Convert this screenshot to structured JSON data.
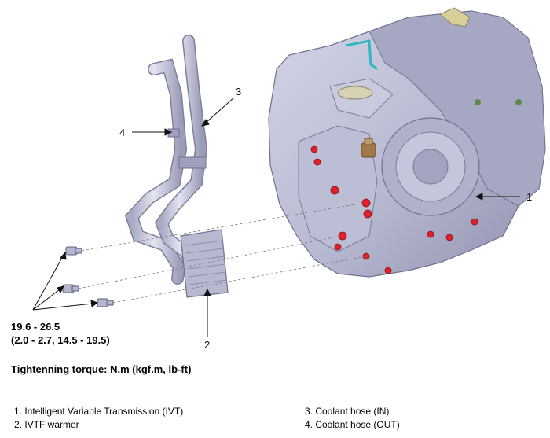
{
  "callouts": {
    "c1": "1",
    "c2": "2",
    "c3": "3",
    "c4": "4"
  },
  "torque": {
    "line1": "19.6 - 26.5",
    "line2": "(2.0 - 2.7, 14.5 - 19.5)"
  },
  "caption": "Tightenning torque: N.m (kgf.m, lb-ft)",
  "legend": {
    "item1": "1. Intelligent Variable Transmission (IVT)",
    "item2": "2. IVTF warmer",
    "item3": "3. Coolant hose (IN)",
    "item4": "4. Coolant hose (OUT)"
  },
  "colors": {
    "housing": "#b9bbd3",
    "housing_dark": "#8c8eab",
    "seal": "#e0202a",
    "hose": "#c4c5d8",
    "bronze": "#a0784a",
    "cyan_pipe": "#2fb6c0"
  }
}
